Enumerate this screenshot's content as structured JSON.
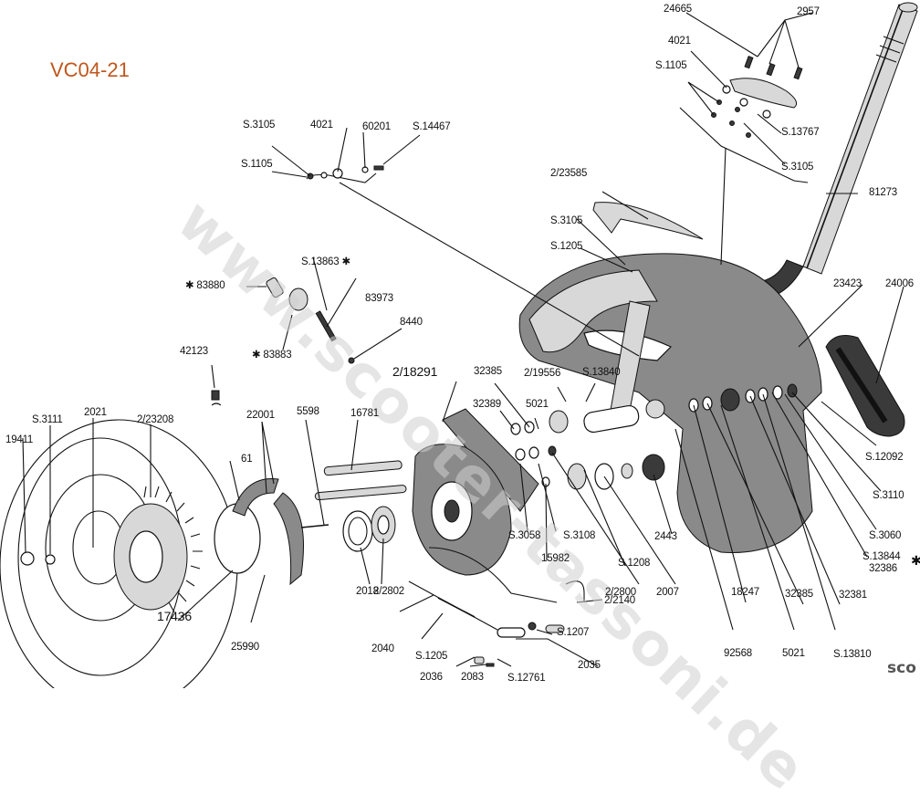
{
  "diagram": {
    "code": "VC04-21",
    "code_color": "#c0561d",
    "watermark": "www.scooter-tassoni.de",
    "corner_brand": "sco",
    "labels": [
      {
        "id": "l1",
        "text": "24665"
      },
      {
        "id": "l2",
        "text": "2957"
      },
      {
        "id": "l3",
        "text": "4021"
      },
      {
        "id": "l4",
        "text": "S.1105"
      },
      {
        "id": "l5",
        "text": "S.13767"
      },
      {
        "id": "l6",
        "text": "S.3105"
      },
      {
        "id": "l7",
        "text": "81273"
      },
      {
        "id": "l8",
        "text": "S.3105"
      },
      {
        "id": "l9",
        "text": "4021"
      },
      {
        "id": "l10",
        "text": "60201"
      },
      {
        "id": "l11",
        "text": "S.14467"
      },
      {
        "id": "l12",
        "text": "S.1105"
      },
      {
        "id": "l13",
        "text": "2/23585"
      },
      {
        "id": "l14",
        "text": "S.3105"
      },
      {
        "id": "l15",
        "text": "S.1205"
      },
      {
        "id": "l16",
        "text": "S.13863 ✱"
      },
      {
        "id": "l17",
        "text": "✱ 83880"
      },
      {
        "id": "l18",
        "text": "83973"
      },
      {
        "id": "l19",
        "text": "✱ 83883"
      },
      {
        "id": "l20",
        "text": "8440"
      },
      {
        "id": "l21",
        "text": "23423"
      },
      {
        "id": "l22",
        "text": "24006"
      },
      {
        "id": "l23",
        "text": "42123"
      },
      {
        "id": "l24",
        "text": "2/18291"
      },
      {
        "id": "l25",
        "text": "32385"
      },
      {
        "id": "l26",
        "text": "2/19556"
      },
      {
        "id": "l27",
        "text": "S.13840"
      },
      {
        "id": "l28",
        "text": "32389"
      },
      {
        "id": "l29",
        "text": "5021"
      },
      {
        "id": "l30",
        "text": "S.3111"
      },
      {
        "id": "l31",
        "text": "2021"
      },
      {
        "id": "l32",
        "text": "2/23208"
      },
      {
        "id": "l33",
        "text": "22001"
      },
      {
        "id": "l34",
        "text": "5598"
      },
      {
        "id": "l35",
        "text": "16781"
      },
      {
        "id": "l36",
        "text": "19411"
      },
      {
        "id": "l37",
        "text": "61"
      },
      {
        "id": "l38",
        "text": "S.12092"
      },
      {
        "id": "l39",
        "text": "S.3110"
      },
      {
        "id": "l40",
        "text": "S.3058"
      },
      {
        "id": "l41",
        "text": "S.3108"
      },
      {
        "id": "l42",
        "text": "2443"
      },
      {
        "id": "l43",
        "text": "15982"
      },
      {
        "id": "l44",
        "text": "S.1208"
      },
      {
        "id": "l45",
        "text": "S.3060"
      },
      {
        "id": "l46",
        "text": "S.13844"
      },
      {
        "id": "l47",
        "text": "32386"
      },
      {
        "id": "l48",
        "text": "✱"
      },
      {
        "id": "l49",
        "text": "2018"
      },
      {
        "id": "l50",
        "text": "2/2802"
      },
      {
        "id": "l51",
        "text": "2/2800"
      },
      {
        "id": "l52",
        "text": "2007"
      },
      {
        "id": "l53",
        "text": "18247"
      },
      {
        "id": "l54",
        "text": "32385"
      },
      {
        "id": "l55",
        "text": "32381"
      },
      {
        "id": "l56",
        "text": "17436"
      },
      {
        "id": "l57",
        "text": "25990"
      },
      {
        "id": "l58",
        "text": "2/2140"
      },
      {
        "id": "l59",
        "text": "2040"
      },
      {
        "id": "l60",
        "text": "S.1205"
      },
      {
        "id": "l61",
        "text": "S.1207"
      },
      {
        "id": "l62",
        "text": "2035"
      },
      {
        "id": "l63",
        "text": "92568"
      },
      {
        "id": "l64",
        "text": "5021"
      },
      {
        "id": "l65",
        "text": "S.13810"
      },
      {
        "id": "l66",
        "text": "2036"
      },
      {
        "id": "l67",
        "text": "2083"
      },
      {
        "id": "l68",
        "text": "S.12761"
      }
    ]
  }
}
